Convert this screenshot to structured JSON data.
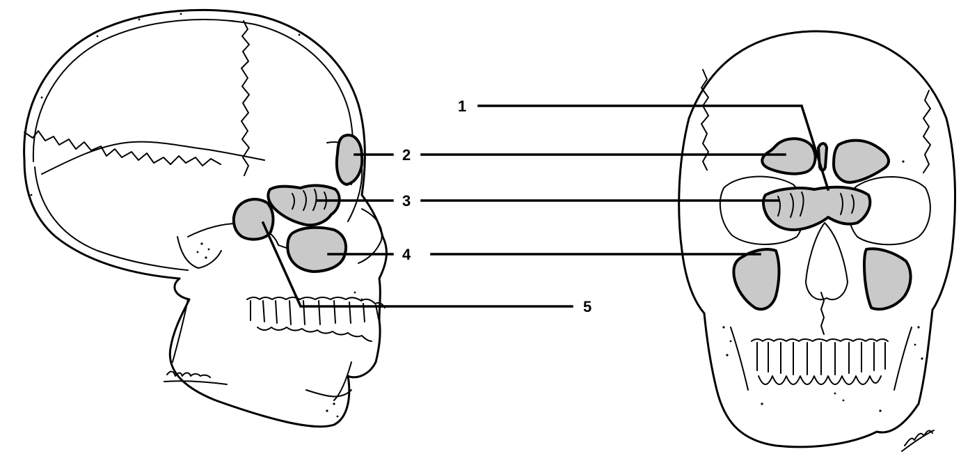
{
  "labels": [
    {
      "id": "1",
      "text": "1"
    },
    {
      "id": "2",
      "text": "2"
    },
    {
      "id": "3",
      "text": "3"
    },
    {
      "id": "4",
      "text": "4"
    },
    {
      "id": "5",
      "text": "5"
    }
  ],
  "colors": {
    "ink": "#000000",
    "background": "#ffffff",
    "stipple": "#c9c9c9"
  },
  "signature": "N Gaumer"
}
